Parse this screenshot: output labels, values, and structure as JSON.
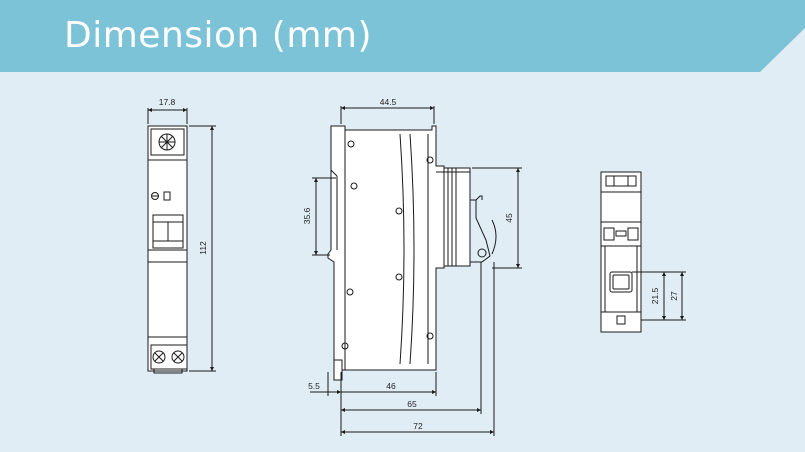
{
  "header": {
    "title": "Dimension (mm)",
    "band_color": "#7cc3d8",
    "background_color": "#e0edf5"
  },
  "front_view": {
    "width_label": "17.8",
    "height_label": "112"
  },
  "side_view": {
    "top_width_label": "44.5",
    "left_height_label": "35.6",
    "right_height_label": "45",
    "bottom_small_label": "5.5",
    "bottom_mid_label": "46",
    "bottom_65_label": "65",
    "bottom_72_label": "72"
  },
  "rear_view": {
    "inner_height_label": "21.5",
    "outer_height_label": "27"
  }
}
